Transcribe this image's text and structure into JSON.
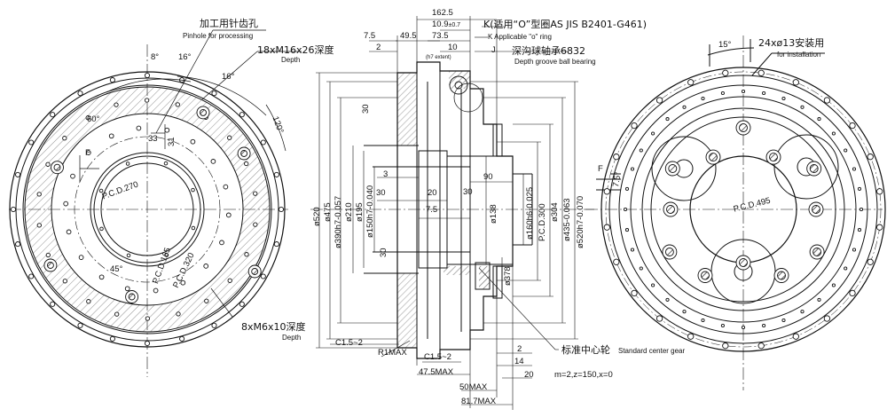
{
  "left_view": {
    "pinhole_zh": "加工用针齿孔",
    "pinhole_en": "Pinhole for processing",
    "thread1_zh": "18xM16x26深度",
    "thread1_en": "Depth",
    "thread2_zh": "8xM6x10深度",
    "thread2_en": "Depth",
    "pcd270": "P.C.D.270",
    "pcd165": "P.C.D.165",
    "pcd320": "P.C.D.320",
    "ang8": "8°",
    "ang16a": "16°",
    "ang16b": "16°",
    "ang120": "120°",
    "ang60": "60°",
    "ang45": "45°",
    "d33": "33",
    "d31": "31",
    "sec_f": "F"
  },
  "middle_view": {
    "top_162_5": "162.5",
    "top_10_9": "10.9",
    "top_10_9_tol": "±0.7",
    "top_7_5": "7.5",
    "top_49_5": "49.5",
    "top_73_5": "73.5",
    "top_2": "2",
    "top_10": "10",
    "top_h7": "(h7 extent)",
    "sec_j": "J",
    "oring_zh": "K(适用“O”型圈AS JIS B2401-G461)",
    "oring_en": "K Applicable \"o\" ring",
    "bearing_zh": "深沟球轴承6832",
    "bearing_en": "Depth groove ball bearing",
    "d30a": "30",
    "d3": "3",
    "d30b": "30",
    "d20": "20",
    "d7_5": "7.5",
    "d90": "90",
    "d30c": "30",
    "d30d": "30",
    "dia520": "ø520",
    "dia475": "ø475",
    "dia390": "ø390h7-0.057",
    "dia210": "ø210",
    "dia195": "ø195",
    "dia150": "ø150h7-0.040",
    "dia138": "ø138",
    "dia160": "ø160h6-0.025",
    "pcd300": "P.C.D.300",
    "dia304": "ø304",
    "dia435": "ø435-0.063",
    "dia520b": "ø520h7-0.070",
    "dia378": "ø378",
    "c15a": "C1.5~2",
    "r1max": "R1MAX",
    "c15b": "C1.5~2",
    "d47_5": "47.5MAX",
    "d50": "50MAX",
    "d81_7": "81.7MAX",
    "b2": "2",
    "b14": "14",
    "b20": "20",
    "gear_zh": "标准中心轮",
    "gear_en": "Standard center gear",
    "gear_spec": "m=2,z=150,x=0"
  },
  "right_view": {
    "holes_zh": "24xø13安装用",
    "holes_en": "for installation",
    "ang15": "15°",
    "ang7_5": "7.5°",
    "pcd495": "P.C.D.495",
    "sec_f": "F"
  }
}
